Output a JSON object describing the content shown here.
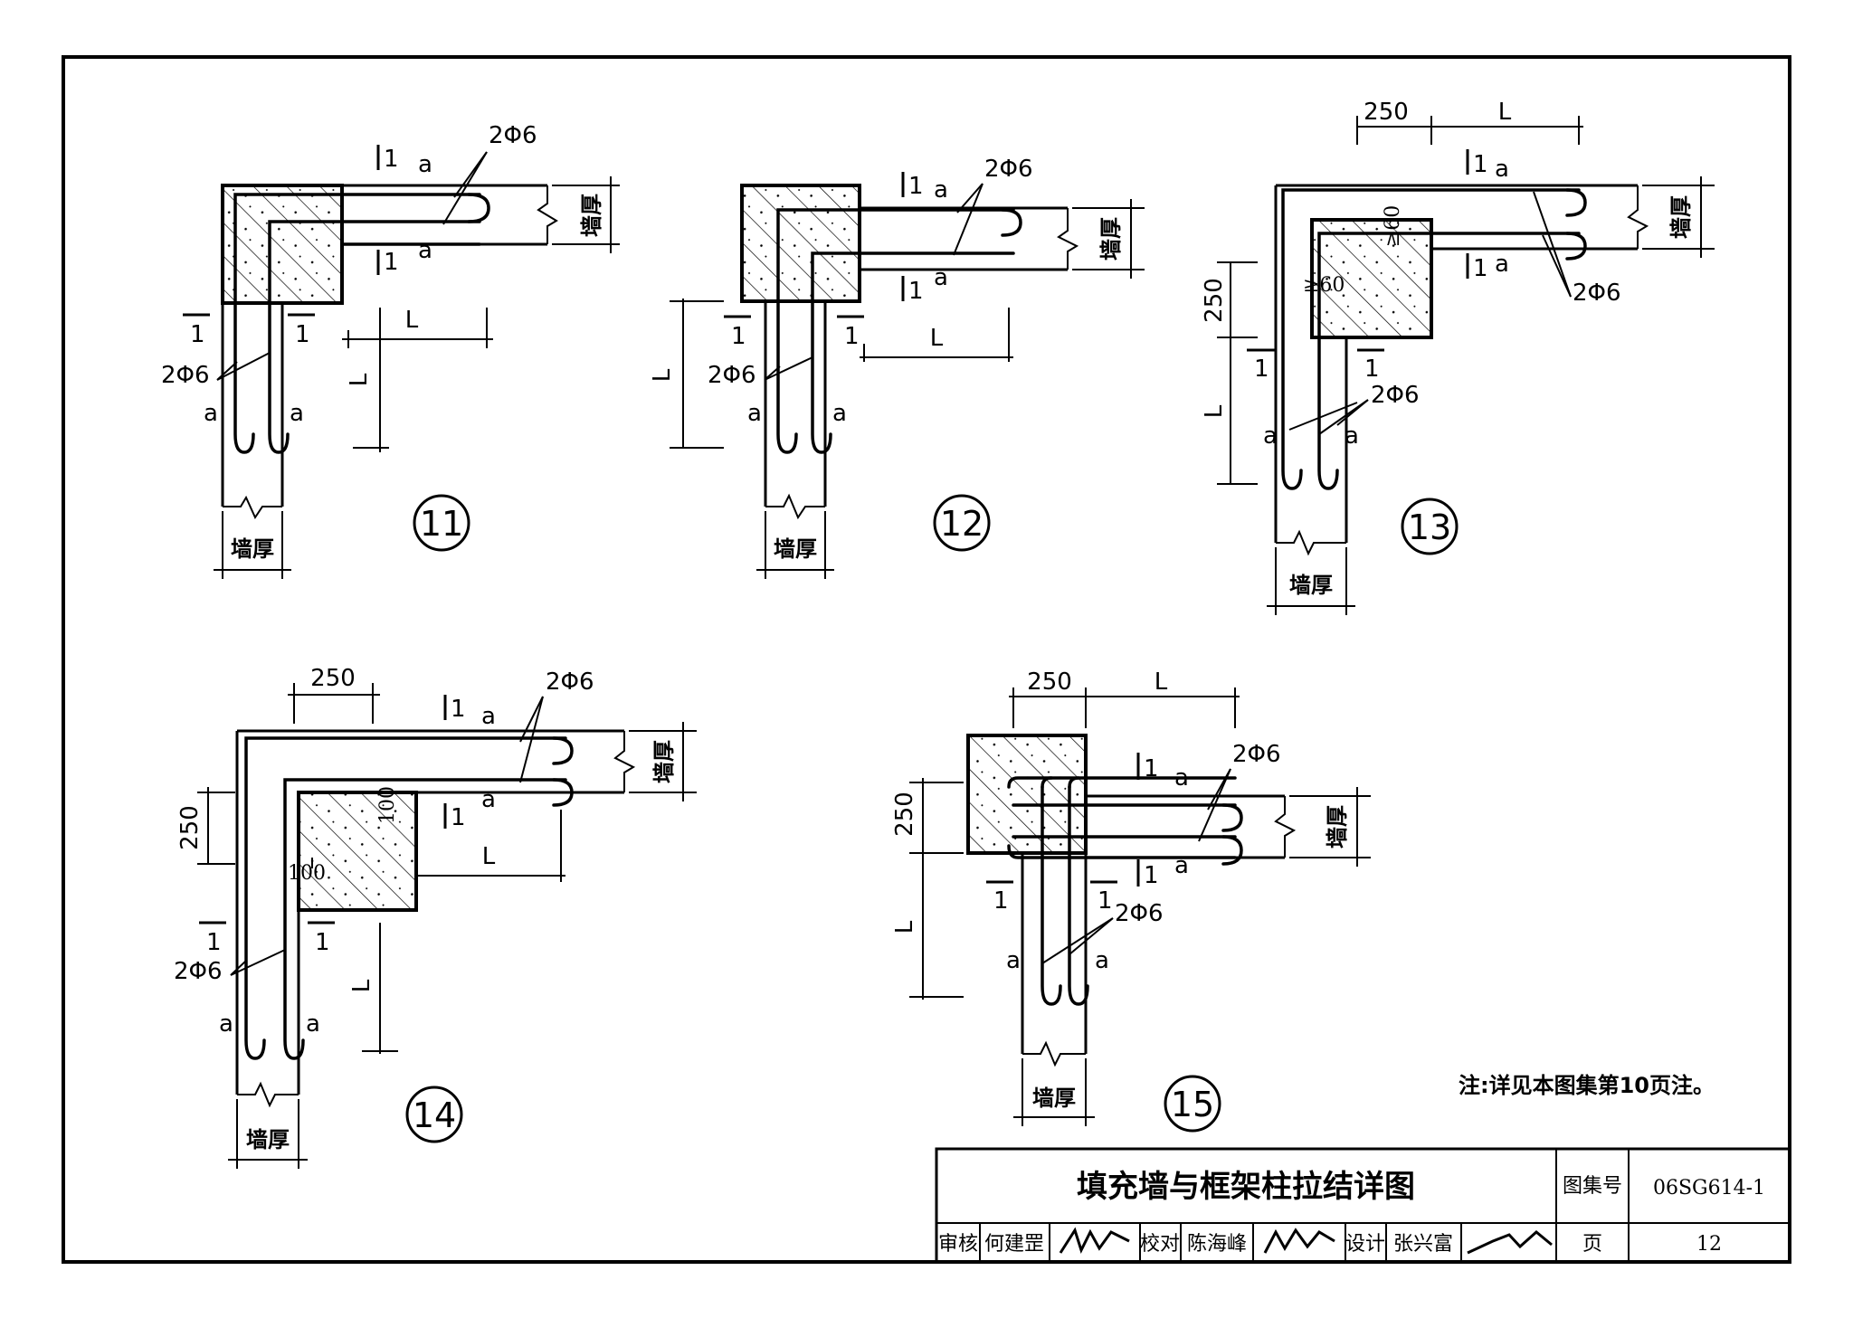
{
  "labels": {
    "bar": "2Φ6",
    "wall_thickness": "墙厚",
    "a": "a",
    "L": "L",
    "dim250": "250",
    "dim100": "100",
    "min60": "≥60",
    "section": "1"
  },
  "details": [
    "11",
    "12",
    "13",
    "14",
    "15"
  ],
  "note": "注:详见本图集第10页注。",
  "title_block": {
    "title": "填充墙与框架柱拉结详图",
    "atlas_label": "图集号",
    "atlas_no": "06SG614-1",
    "review_label": "审核",
    "review_name": "何建罡",
    "check_label": "校对",
    "check_name": "陈海峰",
    "design_label": "设计",
    "design_name": "张兴富",
    "page_label": "页",
    "page_no": "12"
  }
}
